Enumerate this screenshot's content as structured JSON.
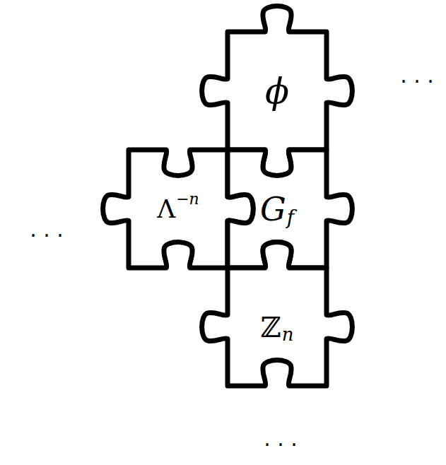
{
  "diagram": {
    "nodes": [
      {
        "text": [
          "ϕ"
        ]
      },
      {
        "text": [
          "Λ",
          "−n"
        ]
      },
      {
        "text": [
          "G",
          "f"
        ]
      },
      {
        "text": [
          "ℤ",
          "n"
        ]
      }
    ],
    "labels": [
      "· · ·",
      "· · ·",
      "· · ·"
    ]
  }
}
